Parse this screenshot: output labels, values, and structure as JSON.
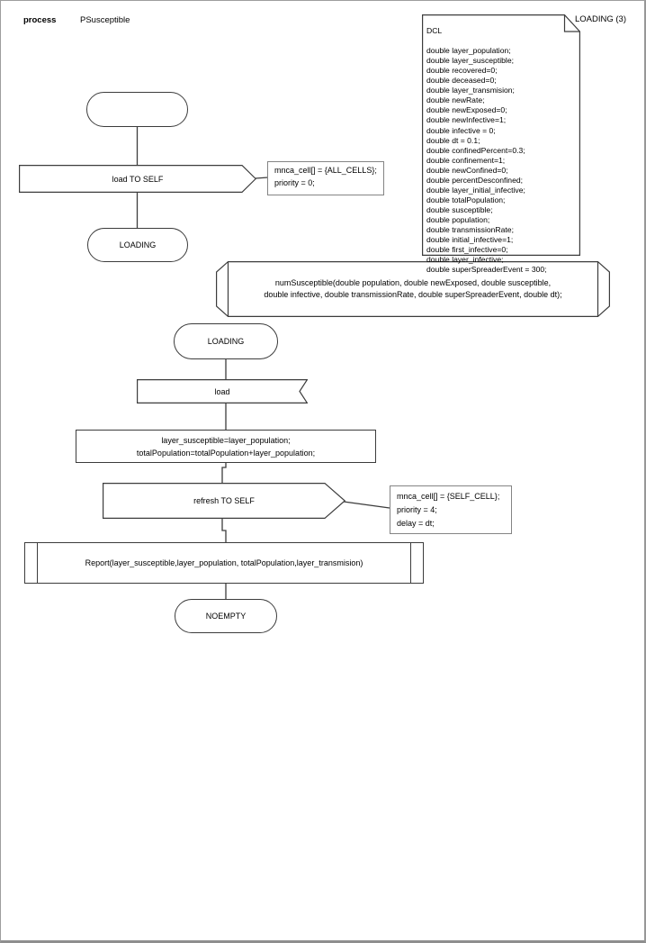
{
  "header": {
    "keyword": "process",
    "process_name": "PSusceptible"
  },
  "page_label": "LOADING (3)",
  "dcl": {
    "title": "DCL",
    "body": "double layer_population;\ndouble layer_susceptible;\ndouble recovered=0;\ndouble deceased=0;\ndouble layer_transmision;\ndouble newRate;\ndouble newExposed=0;\ndouble newInfective=1;\ndouble infective = 0;\ndouble dt = 0.1;\ndouble confinedPercent=0.3;\ndouble confinement=1;\ndouble newConfined=0;\ndouble percentDesconfined;\ndouble layer_initial_infective;\ndouble totalPopulation;\ndouble susceptible;\ndouble population;\ndouble transmissionRate;\ndouble initial_infective=1;\ndouble first_infective=0;\ndouble layer_infective;\ndouble superSpreaderEvent = 300;"
  },
  "nodes": {
    "load_output": {
      "label": "load TO SELF",
      "attributes": "mnca_cell[] = {ALL_CELLS};\npriority = 0;"
    },
    "loading_state_top": {
      "label": "LOADING"
    },
    "procedure_decl": {
      "label": "numSusceptible(double population, double newExposed, double susceptible,\ndouble infective, double transmissionRate, double superSpreaderEvent, double dt);"
    },
    "loading_state": {
      "label": "LOADING"
    },
    "load_input": {
      "label": "load"
    },
    "assign_task": {
      "text": "layer_susceptible=layer_population;\ntotalPopulation=totalPopulation+layer_population;"
    },
    "refresh_output": {
      "label": "refresh TO SELF",
      "attributes": "mnca_cell[] = {SELF_CELL};\npriority = 4;\ndelay = dt;"
    },
    "report_call": {
      "label": "Report(layer_susceptible,layer_population, totalPopulation,layer_transmision)"
    },
    "noempty_state": {
      "label": "NOEMPTY"
    }
  },
  "colors": {
    "shape_stroke": "#3c3c3c",
    "annotation_stroke": "#848484",
    "page_border": "#9e9e9e",
    "background": "#ffffff",
    "text": "#000000"
  }
}
